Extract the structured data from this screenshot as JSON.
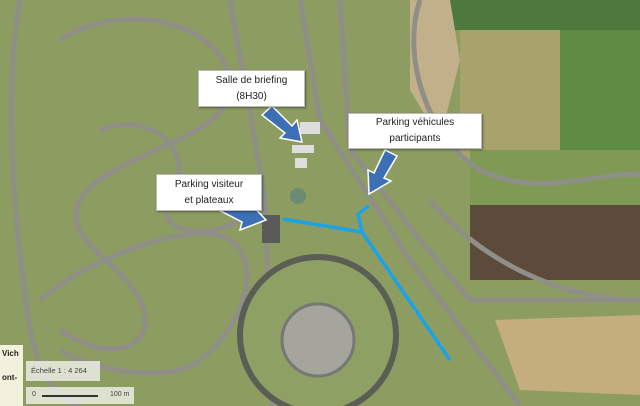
{
  "map": {
    "callouts": {
      "briefing": {
        "line1": "Salle de briefing",
        "line2": "(8H30)"
      },
      "participants": {
        "line1": "Parking véhicules",
        "line2": "participants"
      },
      "visitors": {
        "line1": "Parking visiteur",
        "line2": "et plateaux"
      }
    },
    "scale": {
      "label": "Échelle 1 : 4 264",
      "zero": "0",
      "distance": "100 m"
    },
    "place_labels": [
      "Vich",
      "ont-"
    ],
    "colors": {
      "route": "#1aa3e8",
      "arrow": "#3d6fb5",
      "grass": "#8a9a5e",
      "track": "#8d8d86"
    }
  }
}
